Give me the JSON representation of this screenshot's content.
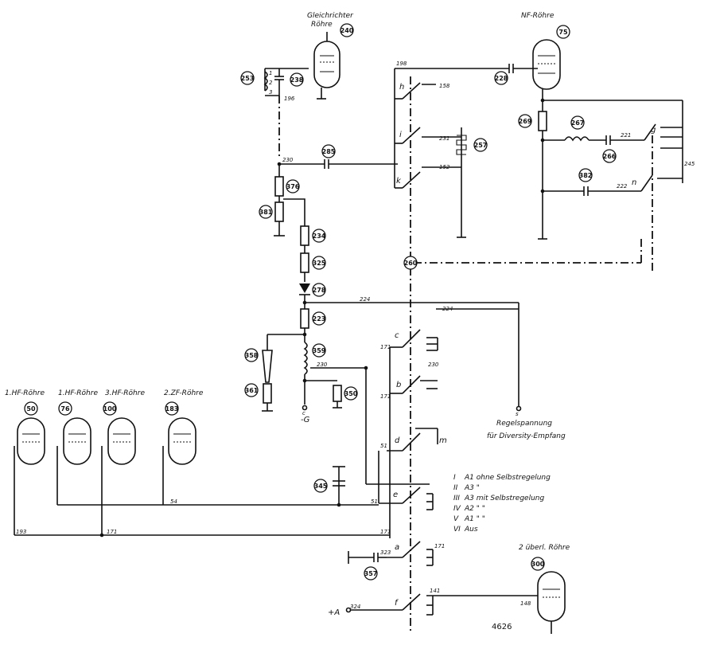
{
  "tubes": {
    "rectifier": {
      "label_1": "Gleichrichter",
      "label_2": "Röhre",
      "ref": "240"
    },
    "af": {
      "label": "NF-Röhre",
      "ref": "75"
    },
    "rf1": {
      "label": "1.HF-Röhre",
      "ref": "50"
    },
    "rf1b": {
      "label": "1.HF-Röhre",
      "ref": "76"
    },
    "rf3": {
      "label": "3.HF-Röhre",
      "ref": "100"
    },
    "if2": {
      "label": "2.ZF-Röhre",
      "ref": "183"
    },
    "overlay2": {
      "label": "2 überl. Röhre",
      "ref": "300"
    }
  },
  "refs": {
    "r253": "253",
    "r238": "238",
    "r285": "285",
    "r376": "376",
    "r381": "381",
    "r234": "234",
    "r325": "325",
    "r278": "278",
    "r223": "223",
    "r358": "358",
    "r359": "359",
    "r361": "361",
    "r350": "350",
    "r240b": "260",
    "r257": "257",
    "r267": "267",
    "r266": "266",
    "r382": "382",
    "r269": "269",
    "r228": "228",
    "r345": "345",
    "r357": "357"
  },
  "wires": {
    "w198": "198",
    "w158": "158",
    "w196": "196",
    "w230": "230",
    "w152": "152",
    "w231": "231",
    "w221": "221",
    "w222": "222",
    "w245": "245",
    "w224": "224",
    "w224b": "224",
    "w171a": "171",
    "w171b": "171",
    "w230b": "230",
    "w230c": "230",
    "w51": "51",
    "w54": "54",
    "w51b": "51",
    "w193": "193",
    "w171c": "171",
    "w171d": "171",
    "w323": "323",
    "w171e": "171",
    "w324": "324",
    "w141": "141",
    "w148": "148",
    "w1": "1",
    "w2": "2",
    "w3": "3"
  },
  "switch_letters": {
    "h": "h",
    "i": "i",
    "k": "k",
    "g": "g",
    "n": "n",
    "c": "c",
    "b": "b",
    "d": "d",
    "m": "m",
    "e": "e",
    "a": "a",
    "f": "f"
  },
  "terminals": {
    "plus_a": "+A",
    "minus_g": "-G",
    "minus_g_top": "c",
    "s": "s"
  },
  "notes": {
    "agc_1": "Regelspannung",
    "agc_2": "für Diversity-Empfang"
  },
  "legend": [
    {
      "num": "I",
      "text": "A1 ohne Selbstregelung"
    },
    {
      "num": "II",
      "text": "A3    \""
    },
    {
      "num": "III",
      "text": "A3 mit Selbstregelung"
    },
    {
      "num": "IV",
      "text": "A2    \"       \""
    },
    {
      "num": "V",
      "text": "A1    \"       \""
    },
    {
      "num": "VI",
      "text": "Aus"
    }
  ],
  "figure_number": "4626"
}
